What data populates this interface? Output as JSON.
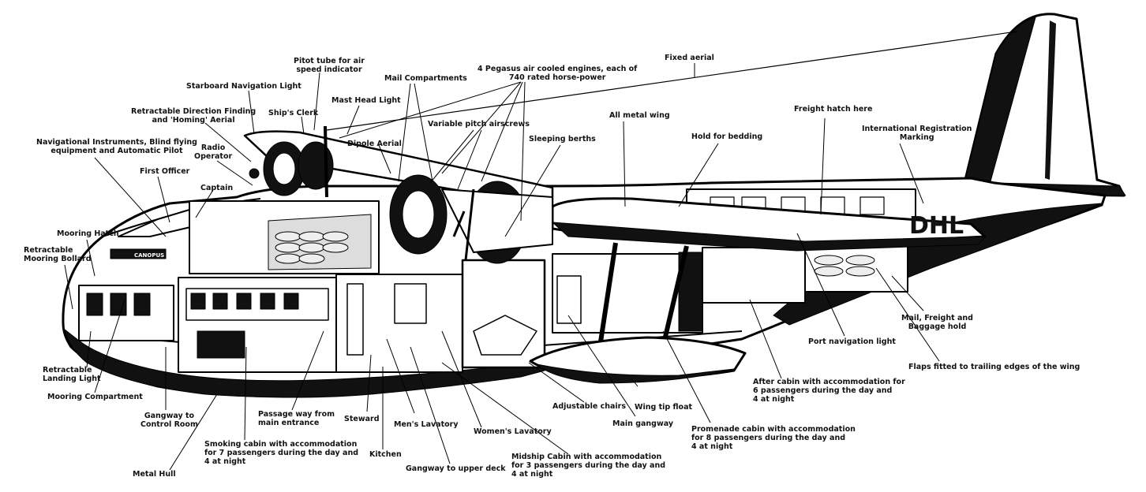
{
  "aircraft": {
    "registration_marking": "DHL",
    "nose_name": "CANOPUS"
  },
  "labels": {
    "pitot": "Pitot tube for air\nspeed indicator",
    "engines": "4 Pegasus air cooled engines, each of\n740 rated horse-power",
    "fixed_aerial": "Fixed aerial",
    "starboard_nav": "Starboard Navigation Light",
    "mail_compartments": "Mail Compartments",
    "direction_finding": "Retractable Direction Finding\nand 'Homing' Aerial",
    "mast_head": "Mast Head Light",
    "ships_clerk": "Ship's Clerk",
    "variable_pitch": "Variable pitch airscrews",
    "all_metal_wing": "All metal wing",
    "freight_hatch": "Freight hatch here",
    "intl_registration": "International Registration\nMarking",
    "nav_instruments": "Navigational Instruments, Blind flying\nequipment and Automatic Pilot",
    "radio_operator": "Radio\nOperator",
    "dipole": "Dipole Aerial",
    "sleeping_berths": "Sleeping berths",
    "hold_bedding": "Hold for bedding",
    "first_officer": "First Officer",
    "captain": "Captain",
    "mooring_hatch": "Mooring Hatch",
    "mooring_bollard": "Retractable\nMooring Bollard",
    "mail_freight": "Mail, Freight and\nBaggage hold",
    "port_nav": "Port navigation light",
    "flaps": "Flaps fitted to trailing edges of the wing",
    "landing_light": "Retractable\nLanding Light",
    "mooring_compartment": "Mooring Compartment",
    "after_cabin": "After cabin with accommodation for\n6 passengers during the day and\n4 at night",
    "adjustable_chairs": "Adjustable chairs",
    "wing_tip_float": "Wing tip float",
    "gangway_control": "Gangway to\nControl Room",
    "passage_way": "Passage way from\nmain entrance",
    "steward": "Steward",
    "mens_lavatory": "Men's Lavatory",
    "womens_lavatory": "Women's Lavatory",
    "main_gangway": "Main gangway",
    "promenade": "Promenade cabin with accommodation\nfor 8 passengers during the day and\n4 at night",
    "smoking_cabin": "Smoking cabin with accommodation\nfor 7 passengers during the day and\n4 at night",
    "kitchen": "Kitchen",
    "midship_cabin": "Midship Cabin with accommodation\nfor 3 passengers during the day and\n4 at night",
    "gangway_upper": "Gangway to upper deck",
    "metal_hull": "Metal Hull"
  }
}
